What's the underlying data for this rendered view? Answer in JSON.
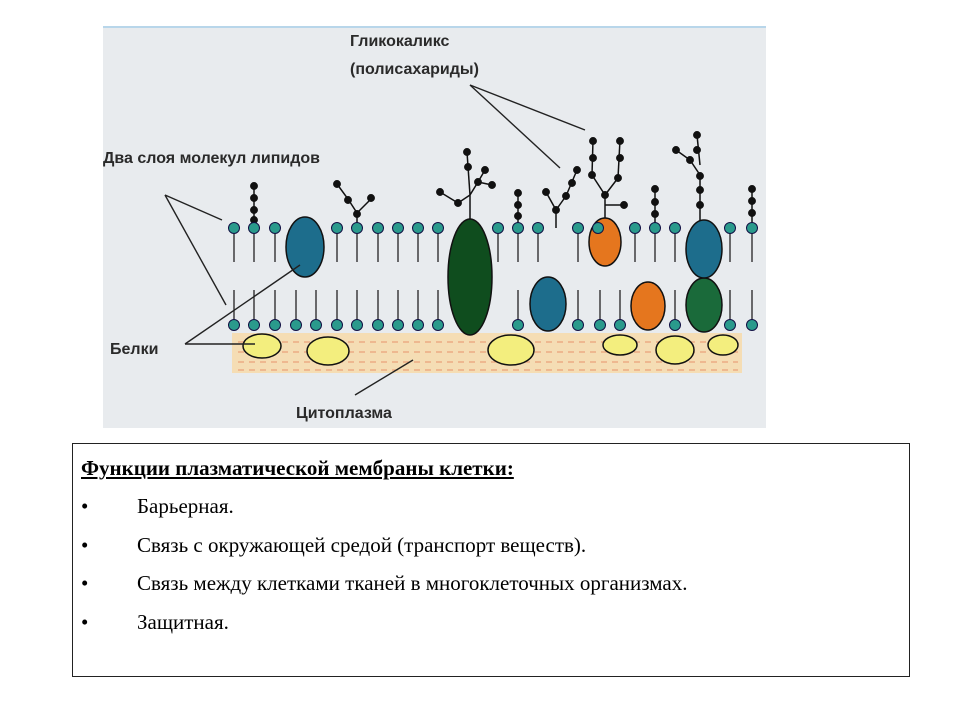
{
  "diagram": {
    "labels": {
      "glycocalyx": "Гликокаликс",
      "polysaccharides": "(полисахариды)",
      "lipid_layers": "Два слоя молекул липидов",
      "proteins": "Белки",
      "cytoplasm": "Цитоплазма"
    },
    "colors": {
      "panel_bg": "#e8ebee",
      "lipid_head": "#2a9a8c",
      "protein_blue": "#1d6d8c",
      "protein_dark_green": "#0f4d1e",
      "protein_orange": "#e5761e",
      "protein_green": "#1a6a3a",
      "protein_yellow": "#f3ee7e",
      "cytoplasm": "#f5ddb4"
    }
  },
  "functions": {
    "title": "Функции плазматической мембраны клетки:",
    "bullet": "•",
    "items": [
      "Барьерная.",
      "Связь с окружающей средой (транспорт веществ).",
      "Связь между клетками тканей в многоклеточных организмах.",
      "Защитная."
    ]
  }
}
